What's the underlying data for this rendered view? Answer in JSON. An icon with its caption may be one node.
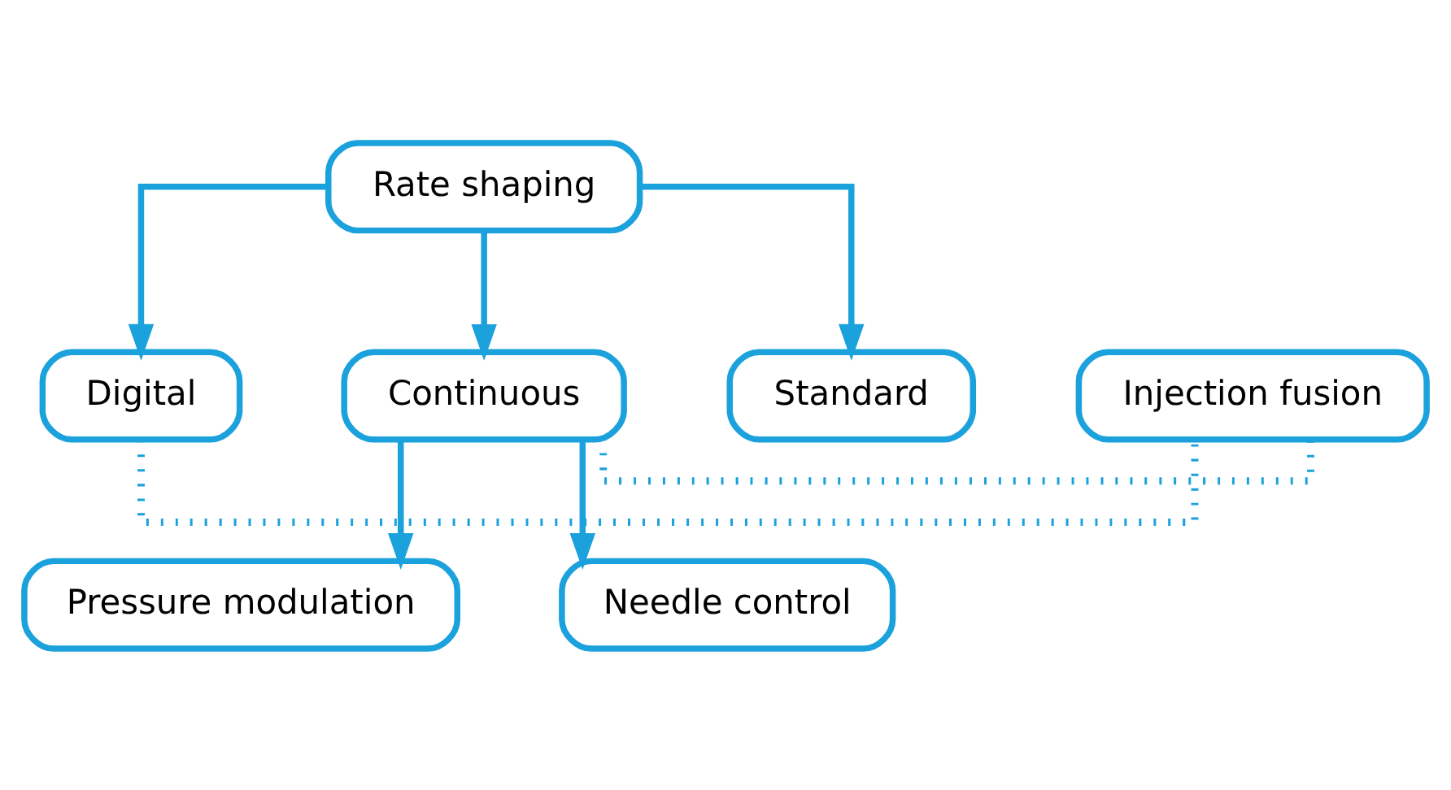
{
  "diagram": {
    "nodes": [
      {
        "text": [
          "Rate shaping"
        ]
      },
      {
        "text": [
          "Digital"
        ]
      },
      {
        "text": [
          "Injection fusion"
        ]
      },
      {
        "text": [
          "Continuous"
        ]
      },
      {
        "text": [
          "Standard"
        ]
      },
      {
        "text": [
          "Pressure modulation"
        ]
      },
      {
        "text": [
          "Needle control"
        ]
      }
    ],
    "edges": [
      {
        "from": 0,
        "to": 1,
        "arrow": "to"
      },
      {
        "from": 0,
        "to": 3,
        "arrow": "to"
      },
      {
        "from": 0,
        "to": 4,
        "arrow": "to"
      },
      {
        "from": 1,
        "to": 2,
        "arrow": "none",
        "style": "dashed"
      },
      {
        "from": 2,
        "to": 3,
        "arrow": "none",
        "style": "dashed"
      },
      {
        "from": 3,
        "to": 5,
        "arrow": "to"
      },
      {
        "from": 3,
        "to": 6,
        "arrow": "to"
      }
    ]
  }
}
